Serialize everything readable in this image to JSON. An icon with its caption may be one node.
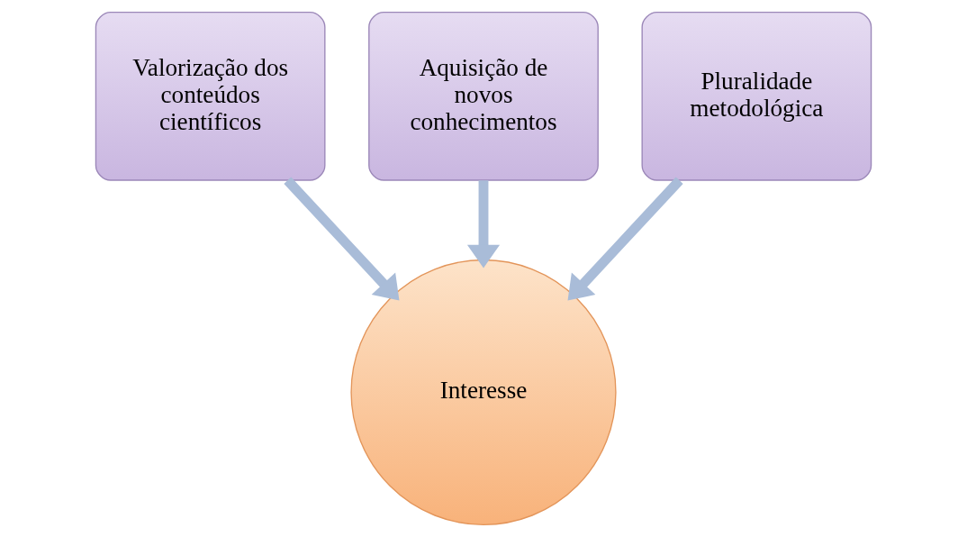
{
  "diagram": {
    "nodes": [
      {
        "text": [
          "Valorização dos conteúdos científicos"
        ]
      },
      {
        "text": [
          "Aquisição de novos conhecimentos"
        ]
      },
      {
        "text": [
          "Pluralidade metodológica"
        ]
      },
      {
        "text": [
          "Interesse"
        ]
      }
    ],
    "edges": [
      {
        "from": 0,
        "to": 3,
        "arrow": "to"
      },
      {
        "from": 1,
        "to": 3,
        "arrow": "to"
      },
      {
        "from": 2,
        "to": 3,
        "arrow": "to"
      }
    ]
  }
}
